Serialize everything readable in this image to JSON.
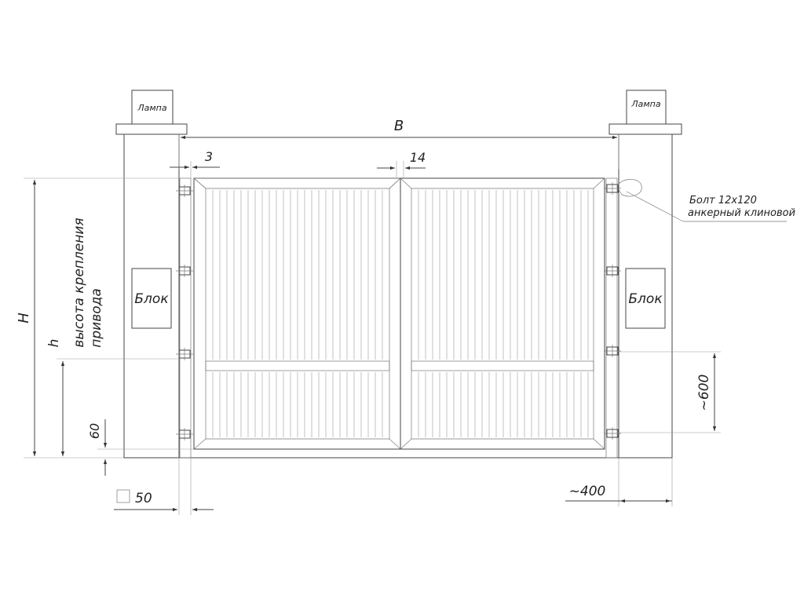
{
  "labels": {
    "lamp_left": "Лампа",
    "lamp_right": "Лампа",
    "block_left": "Блок",
    "block_right": "Блок",
    "bolt_line1": "Болт 12х120",
    "bolt_line2": "анкерный клиновой",
    "drive_height_line1": "высота крепления",
    "drive_height_line2": "привода"
  },
  "dimensions": {
    "width": "B",
    "height": "H",
    "drive_height": "h",
    "gap_side": "3",
    "gap_center": "14",
    "ground_clearance": "60",
    "post_size": "50",
    "post_offset": "~400",
    "hinge_spacing": "~600"
  }
}
